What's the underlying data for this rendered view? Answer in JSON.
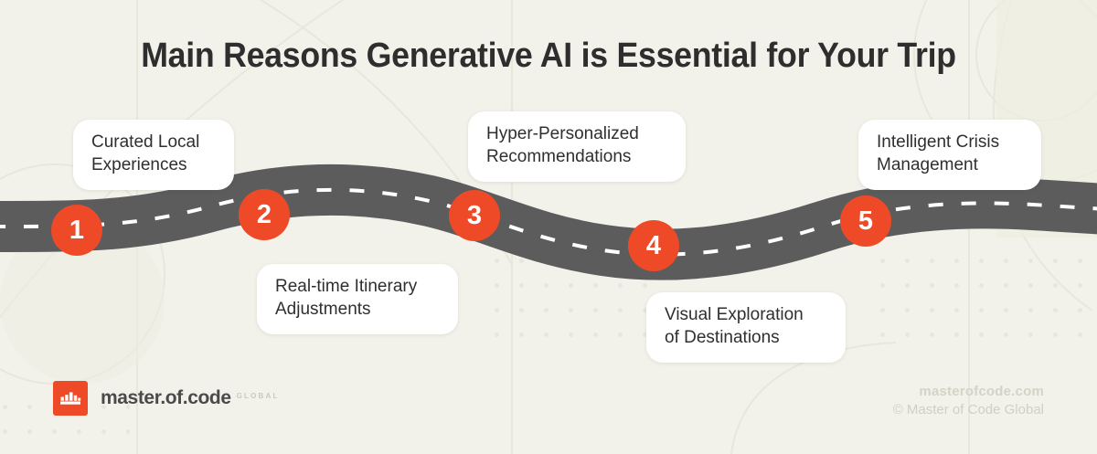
{
  "header": {
    "title": "Main Reasons Generative AI is Essential for Your Trip"
  },
  "colors": {
    "background": "#f2f2ea",
    "accent": "#ef4a28",
    "road": "#5c5c5c",
    "card": "#ffffff",
    "title_text": "#2e2e2e",
    "body_text": "#2f2f2f",
    "footer_text": "#d0d0c4"
  },
  "steps": [
    {
      "number": "1",
      "label": "Curated Local\nExperiences",
      "position": "above"
    },
    {
      "number": "2",
      "label": "Real-time Itinerary\nAdjustments",
      "position": "below"
    },
    {
      "number": "3",
      "label": "Hyper-Personalized\nRecommendations",
      "position": "above"
    },
    {
      "number": "4",
      "label": "Visual Exploration\nof Destinations",
      "position": "below"
    },
    {
      "number": "5",
      "label": "Intelligent Crisis\nManagement",
      "position": "above"
    }
  ],
  "footer": {
    "logo_wordmark": "master.of.code",
    "logo_suffix": "GLOBAL",
    "site": "masterofcode.com",
    "copyright": "© Master of Code Global"
  }
}
